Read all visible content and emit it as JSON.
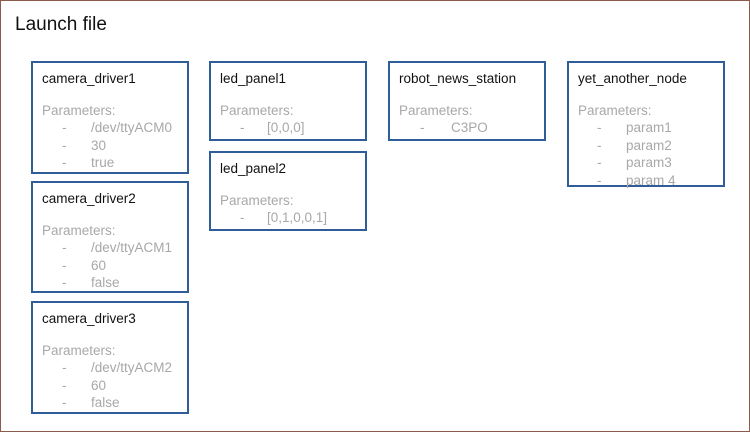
{
  "title": "Launch file",
  "nodes": [
    {
      "name": "camera_driver1",
      "params_label": "Parameters:",
      "params": [
        "/dev/ttyACM0",
        "30",
        "true"
      ]
    },
    {
      "name": "camera_driver2",
      "params_label": "Parameters:",
      "params": [
        "/dev/ttyACM1",
        "60",
        "false"
      ]
    },
    {
      "name": "camera_driver3",
      "params_label": "Parameters:",
      "params": [
        "/dev/ttyACM2",
        "60",
        "false"
      ]
    },
    {
      "name": "led_panel1",
      "params_label": "Parameters:",
      "params": [
        "[0,0,0]"
      ]
    },
    {
      "name": "led_panel2",
      "params_label": "Parameters:",
      "params": [
        "[0,1,0,0,1]"
      ]
    },
    {
      "name": "robot_news_station",
      "params_label": "Parameters:",
      "params": [
        "C3PO"
      ]
    },
    {
      "name": "yet_another_node",
      "params_label": "Parameters:",
      "params": [
        "param1",
        "param2",
        "param3",
        "param 4"
      ]
    }
  ]
}
